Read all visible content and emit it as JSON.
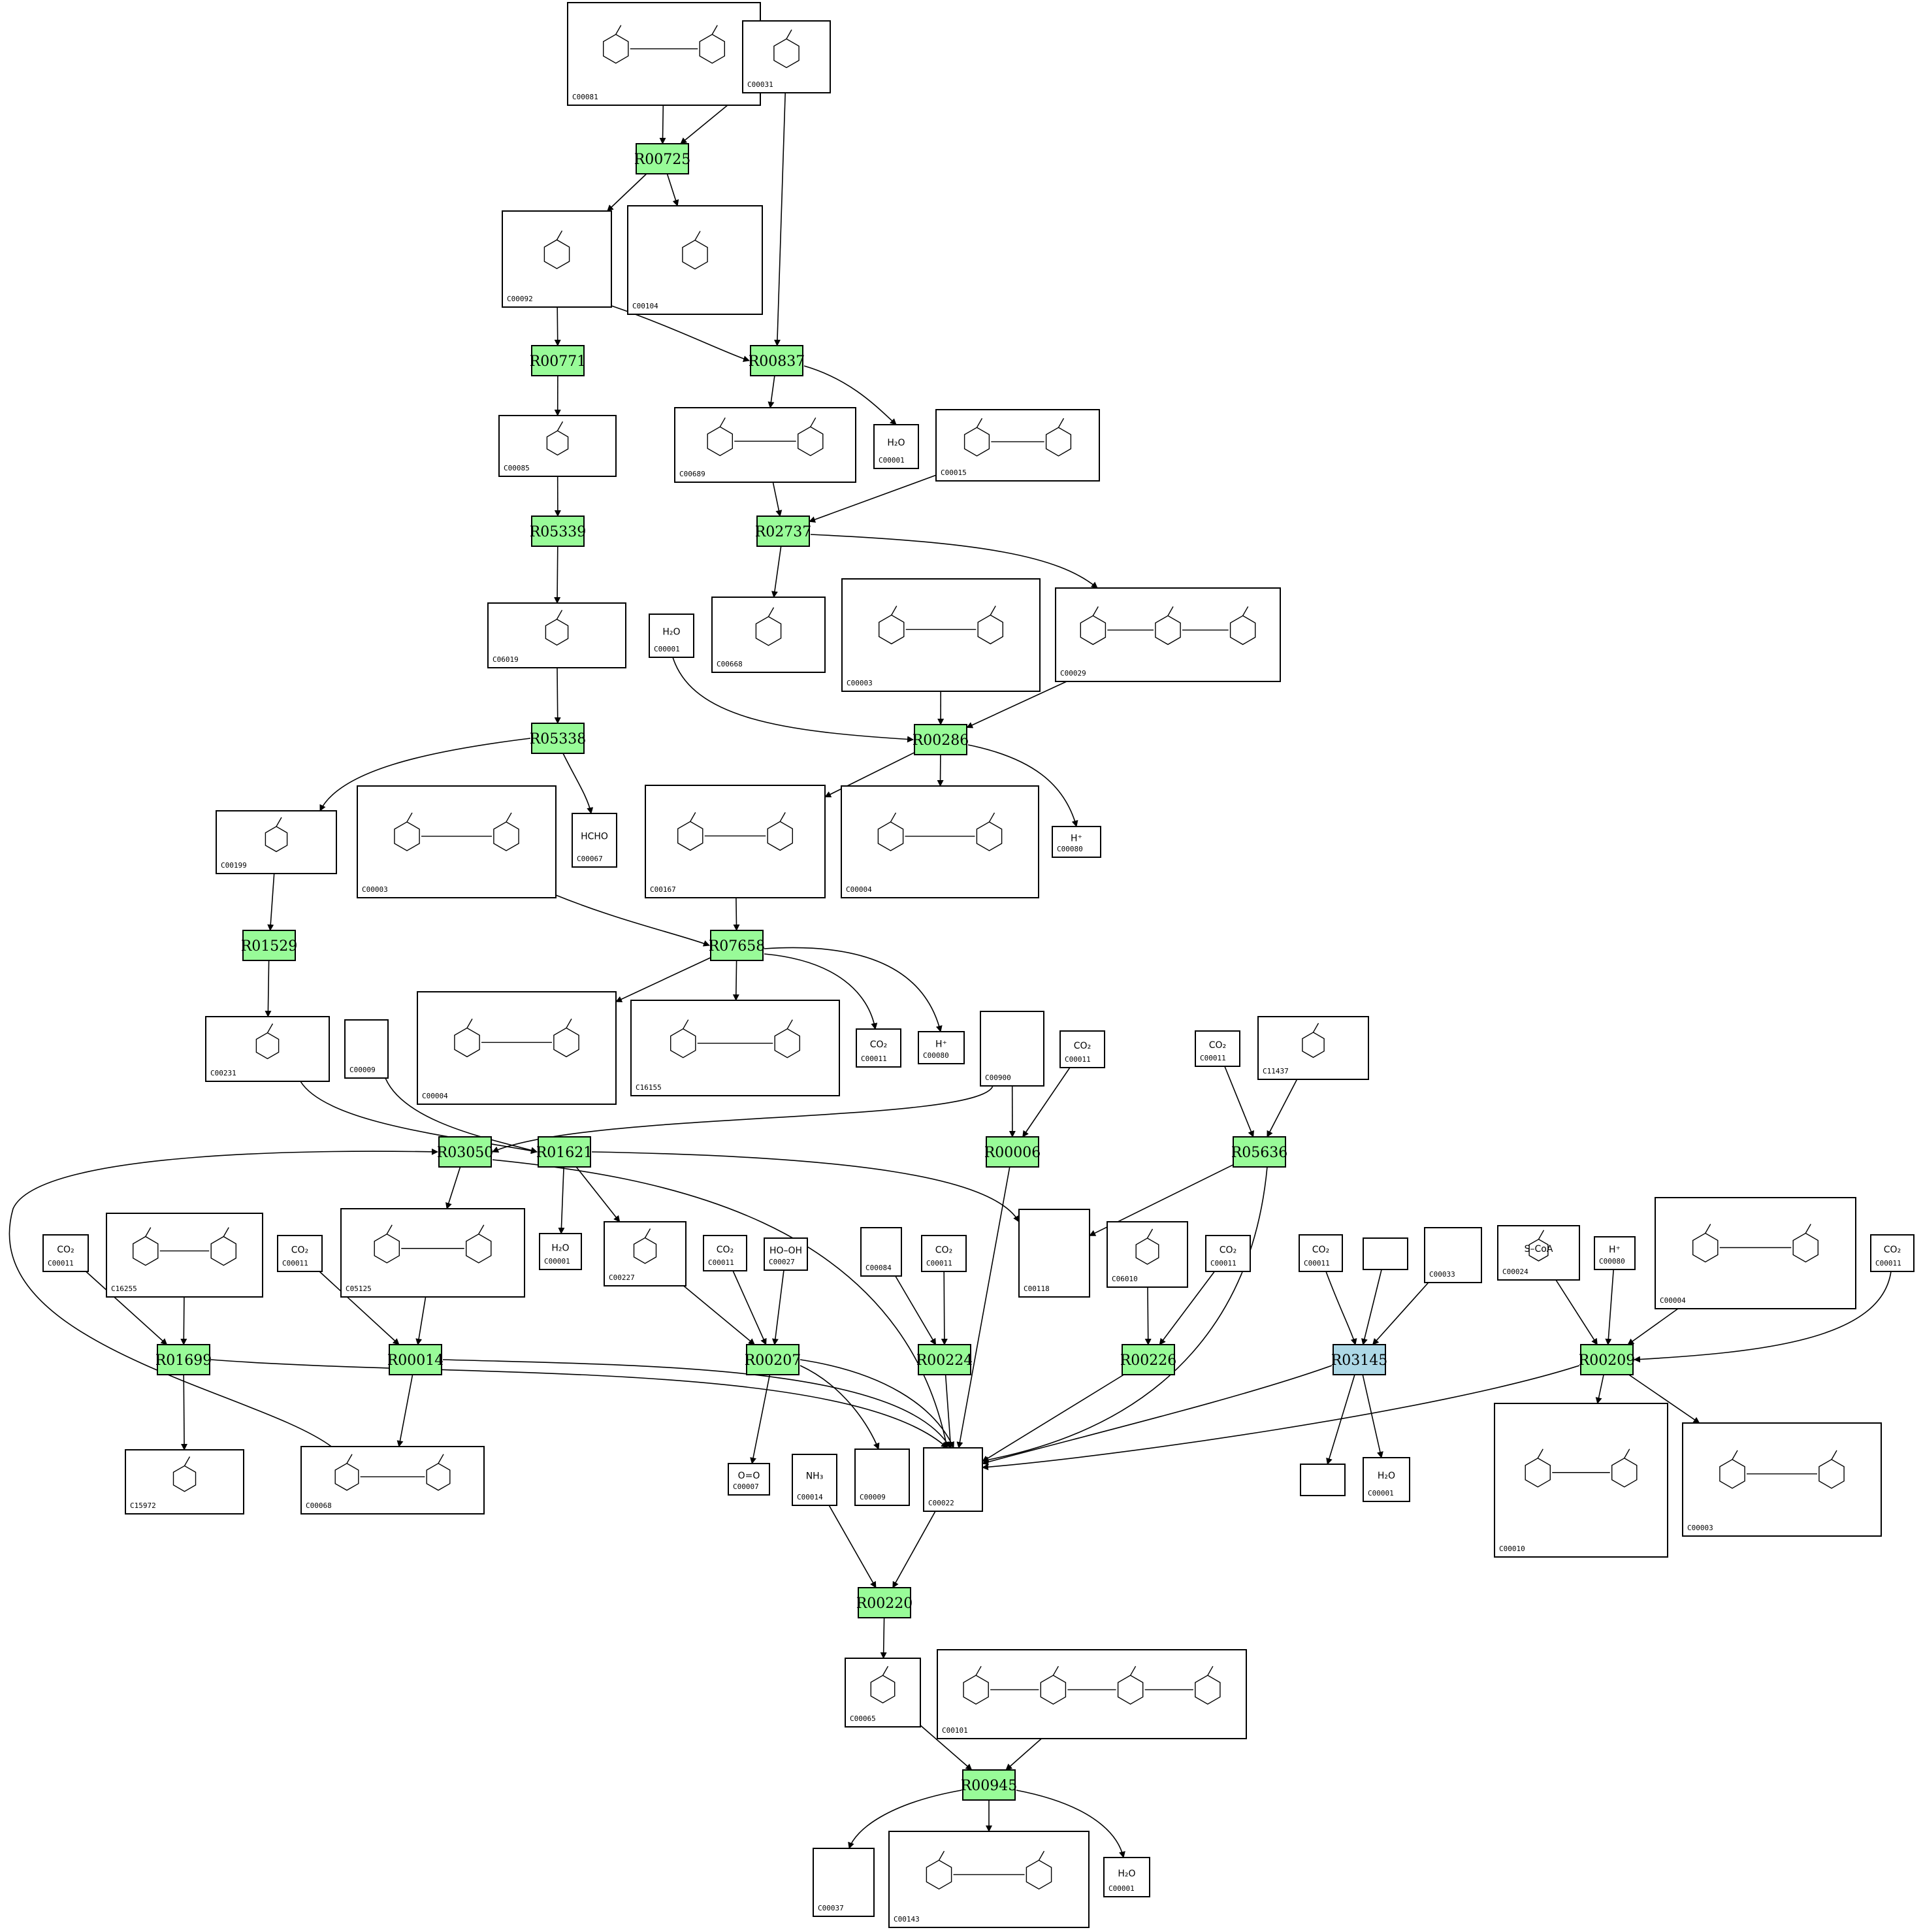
{
  "colors": {
    "reaction": "#98fb98",
    "reaction_highlight": "#add8e6",
    "compound_border": "#000000",
    "edge": "#000000"
  },
  "reactions": [
    {
      "id": "R00725",
      "label": "R00725",
      "highlight": false
    },
    {
      "id": "R00771",
      "label": "R00771",
      "highlight": false
    },
    {
      "id": "R00837",
      "label": "R00837",
      "highlight": false
    },
    {
      "id": "R05339",
      "label": "R05339",
      "highlight": false
    },
    {
      "id": "R02737",
      "label": "R02737",
      "highlight": false
    },
    {
      "id": "R05338",
      "label": "R05338",
      "highlight": false
    },
    {
      "id": "R00286",
      "label": "R00286",
      "highlight": false
    },
    {
      "id": "R01529",
      "label": "R01529",
      "highlight": false
    },
    {
      "id": "R07658",
      "label": "R07658",
      "highlight": false
    },
    {
      "id": "R03050",
      "label": "R03050",
      "highlight": false
    },
    {
      "id": "R01621",
      "label": "R01621",
      "highlight": false
    },
    {
      "id": "R00006",
      "label": "R00006",
      "highlight": false
    },
    {
      "id": "R05636",
      "label": "R05636",
      "highlight": false
    },
    {
      "id": "R01699",
      "label": "R01699",
      "highlight": false
    },
    {
      "id": "R00014",
      "label": "R00014",
      "highlight": false
    },
    {
      "id": "R00207",
      "label": "R00207",
      "highlight": false
    },
    {
      "id": "R00224",
      "label": "R00224",
      "highlight": false
    },
    {
      "id": "R00226",
      "label": "R00226",
      "highlight": false
    },
    {
      "id": "R03145",
      "label": "R03145",
      "highlight": true
    },
    {
      "id": "R00209",
      "label": "R00209",
      "highlight": false
    },
    {
      "id": "R00220",
      "label": "R00220",
      "highlight": false
    },
    {
      "id": "R00945",
      "label": "R00945",
      "highlight": false
    }
  ],
  "compounds": [
    {
      "key": "n1",
      "label": "C00081",
      "formula": ""
    },
    {
      "key": "n2",
      "label": "C00031",
      "formula": ""
    },
    {
      "key": "n3",
      "label": "C00092",
      "formula": ""
    },
    {
      "key": "n4",
      "label": "C00104",
      "formula": ""
    },
    {
      "key": "n5",
      "label": "C00085",
      "formula": ""
    },
    {
      "key": "n6",
      "label": "C00689",
      "formula": ""
    },
    {
      "key": "n7",
      "label": "C00001",
      "formula": "H₂O"
    },
    {
      "key": "n8",
      "label": "C00015",
      "formula": ""
    },
    {
      "key": "n9",
      "label": "C06019",
      "formula": ""
    },
    {
      "key": "n10",
      "label": "C00668",
      "formula": ""
    },
    {
      "key": "n11",
      "label": "C00001",
      "formula": "H₂O"
    },
    {
      "key": "n12",
      "label": "C00003",
      "formula": ""
    },
    {
      "key": "n13",
      "label": "C00029",
      "formula": ""
    },
    {
      "key": "n14",
      "label": "C00199",
      "formula": ""
    },
    {
      "key": "n15",
      "label": "C00003",
      "formula": ""
    },
    {
      "key": "n16",
      "label": "C00067",
      "formula": "HCHO"
    },
    {
      "key": "n17",
      "label": "C00167",
      "formula": ""
    },
    {
      "key": "n18",
      "label": "C00004",
      "formula": ""
    },
    {
      "key": "n19",
      "label": "C00080",
      "formula": "H⁺"
    },
    {
      "key": "n20",
      "label": "C00231",
      "formula": ""
    },
    {
      "key": "n21",
      "label": "C00009",
      "formula": ""
    },
    {
      "key": "n22",
      "label": "C00004",
      "formula": ""
    },
    {
      "key": "n23",
      "label": "C16155",
      "formula": ""
    },
    {
      "key": "n24",
      "label": "C00011",
      "formula": "CO₂"
    },
    {
      "key": "n25",
      "label": "C00080",
      "formula": "H⁺"
    },
    {
      "key": "n26",
      "label": "C00900",
      "formula": ""
    },
    {
      "key": "n27",
      "label": "C00011",
      "formula": "CO₂"
    },
    {
      "key": "n28",
      "label": "C00011",
      "formula": "CO₂"
    },
    {
      "key": "n29",
      "label": "C11437",
      "formula": ""
    },
    {
      "key": "n30",
      "label": "C00011",
      "formula": "CO₂"
    },
    {
      "key": "n31",
      "label": "C16255",
      "formula": ""
    },
    {
      "key": "n32",
      "label": "C00011",
      "formula": "CO₂"
    },
    {
      "key": "n33",
      "label": "C05125",
      "formula": ""
    },
    {
      "key": "n34",
      "label": "C00001",
      "formula": "H₂O"
    },
    {
      "key": "n35",
      "label": "C00227",
      "formula": ""
    },
    {
      "key": "n36",
      "label": "C00011",
      "formula": "CO₂"
    },
    {
      "key": "n37",
      "label": "C00027",
      "formula": "HO–OH"
    },
    {
      "key": "n38",
      "label": "C00084",
      "formula": ""
    },
    {
      "key": "n39",
      "label": "C00011",
      "formula": "CO₂"
    },
    {
      "key": "n40",
      "label": "C00118",
      "formula": ""
    },
    {
      "key": "n41",
      "label": "C06010",
      "formula": ""
    },
    {
      "key": "n42",
      "label": "C00011",
      "formula": "CO₂"
    },
    {
      "key": "n43",
      "label": "C00011",
      "formula": "CO₂"
    },
    {
      "key": "n44",
      "label": "",
      "formula": ""
    },
    {
      "key": "n45",
      "label": "C00033",
      "formula": ""
    },
    {
      "key": "n46",
      "label": "C00024",
      "formula": "S–CoA"
    },
    {
      "key": "n47",
      "label": "C00080",
      "formula": "H⁺"
    },
    {
      "key": "n48",
      "label": "C00004",
      "formula": ""
    },
    {
      "key": "n49",
      "label": "C00011",
      "formula": "CO₂"
    },
    {
      "key": "n50",
      "label": "C15972",
      "formula": ""
    },
    {
      "key": "n51",
      "label": "C00068",
      "formula": ""
    },
    {
      "key": "n52",
      "label": "C00007",
      "formula": "O=O"
    },
    {
      "key": "n53",
      "label": "C00014",
      "formula": "NH₃"
    },
    {
      "key": "n54",
      "label": "C00009",
      "formula": ""
    },
    {
      "key": "n55",
      "label": "C00022",
      "formula": ""
    },
    {
      "key": "n56",
      "label": "",
      "formula": ""
    },
    {
      "key": "n57",
      "label": "C00001",
      "formula": "H₂O"
    },
    {
      "key": "n58",
      "label": "C00010",
      "formula": ""
    },
    {
      "key": "n59",
      "label": "C00003",
      "formula": ""
    },
    {
      "key": "n60",
      "label": "C00065",
      "formula": ""
    },
    {
      "key": "n61",
      "label": "C00101",
      "formula": ""
    },
    {
      "key": "n62",
      "label": "C00037",
      "formula": ""
    },
    {
      "key": "n63",
      "label": "C00143",
      "formula": ""
    },
    {
      "key": "n64",
      "label": "C00001",
      "formula": "H₂O"
    }
  ]
}
